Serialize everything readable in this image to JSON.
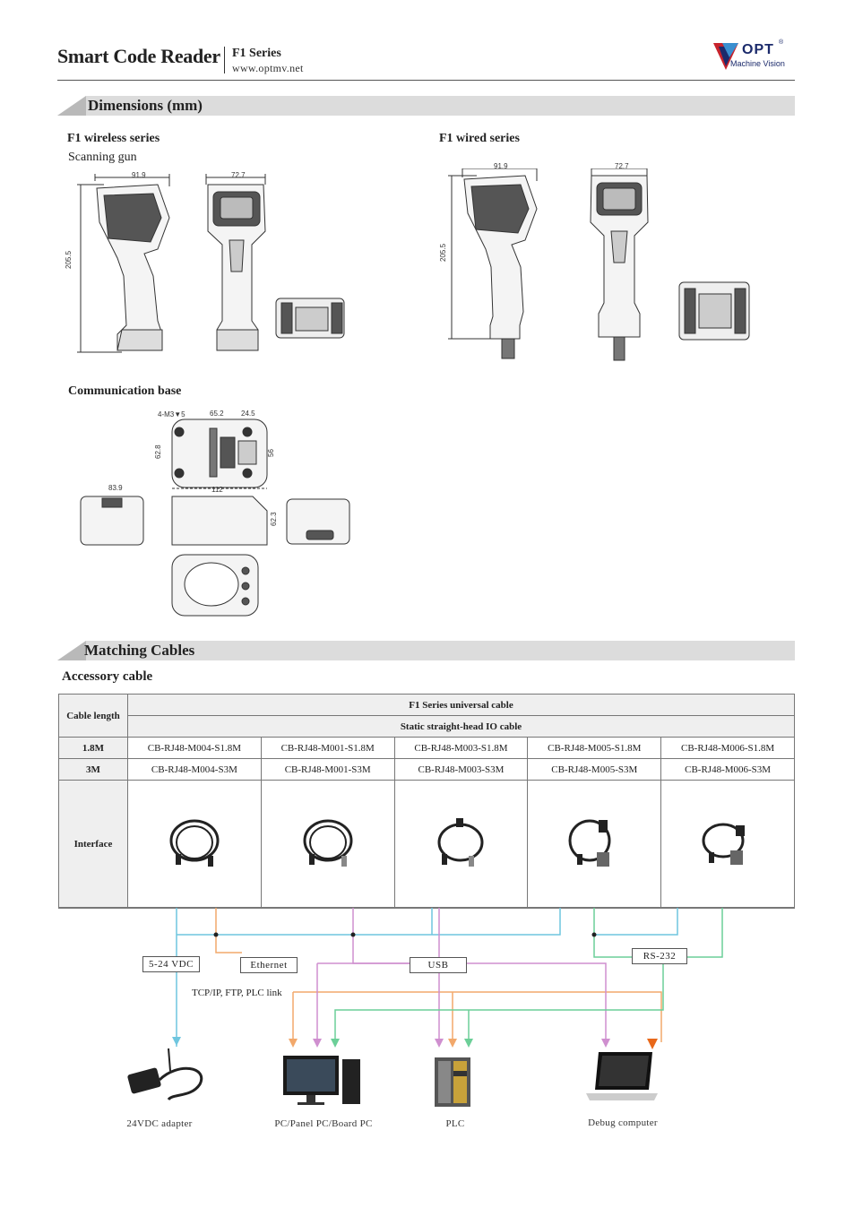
{
  "header": {
    "title": "Smart Code Reader",
    "series": "F1 Series",
    "url": "www.optmv.net",
    "logo_text": "OPT",
    "logo_reg": "®",
    "logo_sub": "Machine Vision"
  },
  "dimensions": {
    "section_title": "Dimensions (mm)",
    "wireless": {
      "title": "F1 wireless series",
      "subtitle": "Scanning gun",
      "width_side": "91.9",
      "width_front": "72.7",
      "height": "205.5"
    },
    "wired": {
      "title": "F1 wired series",
      "width_side": "91.9",
      "width_front": "72.7",
      "height": "205.5"
    },
    "base": {
      "title": "Communication base",
      "screw": "4-M3▼5",
      "d1": "65.2",
      "d2": "24.5",
      "d3": "62.8",
      "d4": "56",
      "d5": "112",
      "d6": "83.9",
      "d7": "62.3"
    }
  },
  "cables": {
    "section_title": "Matching Cables",
    "subtitle": "Accessory cable",
    "col_header": "Cable length",
    "group_header": "F1 Series universal cable",
    "sub_header": "Static straight-head IO cable",
    "rows": [
      {
        "length": "1.8M",
        "cells": [
          "CB-RJ48-M004-S1.8M",
          "CB-RJ48-M001-S1.8M",
          "CB-RJ48-M003-S1.8M",
          "CB-RJ48-M005-S1.8M",
          "CB-RJ48-M006-S1.8M"
        ]
      },
      {
        "length": "3M",
        "cells": [
          "CB-RJ48-M004-S3M",
          "CB-RJ48-M001-S3M",
          "CB-RJ48-M003-S3M",
          "CB-RJ48-M005-S3M",
          "CB-RJ48-M006-S3M"
        ]
      }
    ],
    "interface_label": "Interface"
  },
  "connections": {
    "vdc": "5-24 VDC",
    "ethernet": "Ethernet",
    "usb": "USB",
    "rs232": "RS-232",
    "tcp": "TCP/IP, FTP, PLC link",
    "devices": [
      "24VDC adapter",
      "PC/Panel PC/Board PC",
      "PLC",
      "Debug computer"
    ],
    "colors": {
      "power": "#6fc6df",
      "ethernet": "#f2a86b",
      "usb": "#cf8fcf",
      "rs232": "#6ccf98",
      "debug": "#e8681a"
    }
  }
}
